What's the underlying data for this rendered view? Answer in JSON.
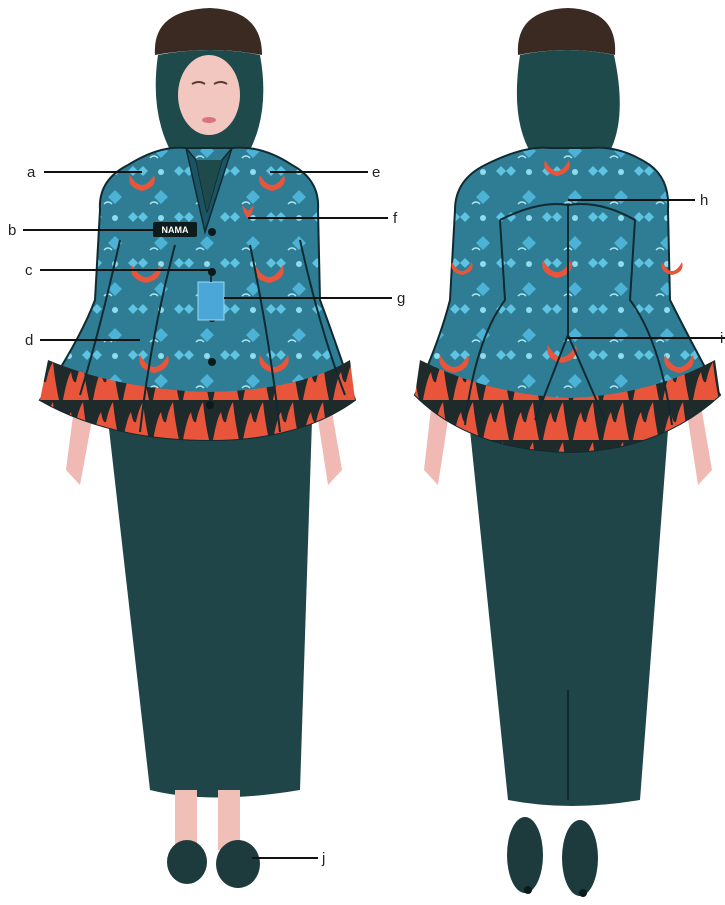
{
  "figure": {
    "name_tag_text": "NAMA",
    "labels": [
      "a",
      "b",
      "c",
      "d",
      "e",
      "f",
      "g",
      "h",
      "i",
      "j"
    ],
    "colors": {
      "fabric_base": "#2f7d94",
      "fabric_motif_blue": "#4cb3d6",
      "fabric_motif_orange": "#e8553a",
      "skirt": "#1f4548",
      "hijab": "#1e4a4c",
      "cap": "#3a2a22",
      "skin": "#f2c7c0",
      "shoe": "#1d3b3d",
      "id_card": "#4aa7d8",
      "leader_line": "#111111"
    }
  }
}
